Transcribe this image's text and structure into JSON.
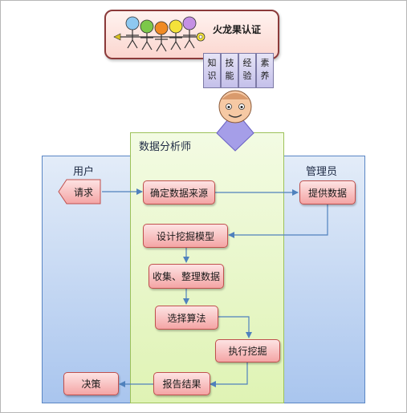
{
  "brand": {
    "title": "火龙果认证"
  },
  "tabs": [
    {
      "c1": "知",
      "c2": "识"
    },
    {
      "c1": "技",
      "c2": "能"
    },
    {
      "c1": "经",
      "c2": "验"
    },
    {
      "c1": "素",
      "c2": "养"
    }
  ],
  "lanes": {
    "user": "用户",
    "analyst": "数据分析师",
    "admin": "管理员"
  },
  "steps": {
    "request": "请求",
    "determine_source": "确定数据来源",
    "provide_data": "提供数据",
    "design_model": "设计挖掘模型",
    "collect_data": "收集、整理数据",
    "choose_algorithm": "选择算法",
    "execute_mining": "执行挖掘",
    "report_result": "报告结果",
    "decision": "决策"
  },
  "colors": {
    "lane_blue_border": "#5a86c4",
    "lane_green_border": "#9dc25a",
    "step_fill": "#f4a5a5",
    "step_border": "#c0504d",
    "arrow": "#4f81bd",
    "mascot_diamond": "#a59ee8"
  },
  "icons": [
    "stick-figure-team-logo",
    "mascot-face-icon"
  ]
}
